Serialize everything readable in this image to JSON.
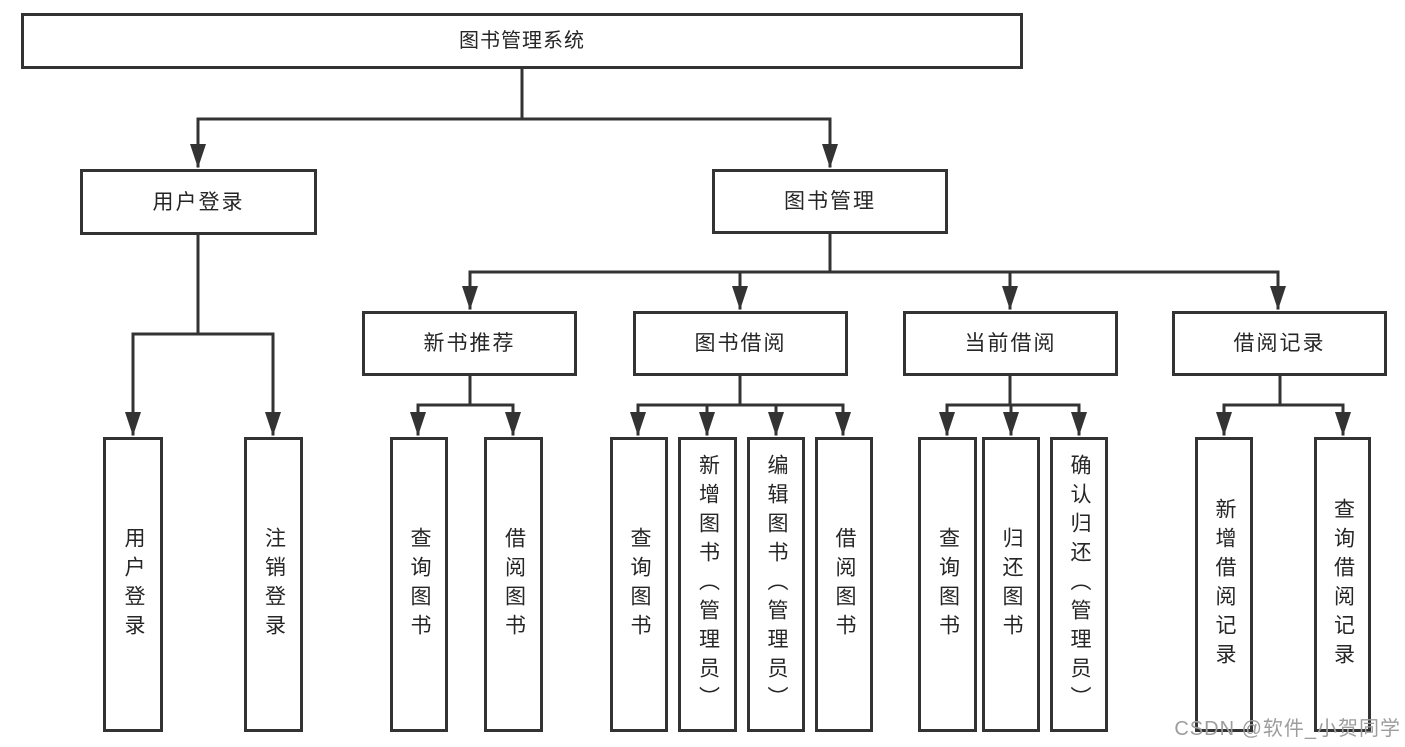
{
  "nodes": {
    "root": "图书管理系统",
    "user_login": "用户登录",
    "book_mgmt": "图书管理",
    "new_book_rec": "新书推荐",
    "book_borrow": "图书借阅",
    "current_borrow": "当前借阅",
    "borrow_records": "借阅记录",
    "leaf_user_login": "用户登录",
    "leaf_logout": "注销登录",
    "leaf_rec_query": "查询图书",
    "leaf_rec_borrow": "借阅图书",
    "leaf_bor_query": "查询图书",
    "leaf_bor_add": "新增图书（管理员）",
    "leaf_bor_edit": "编辑图书（管理员）",
    "leaf_bor_borrow": "借阅图书",
    "leaf_cur_query": "查询图书",
    "leaf_cur_return": "归还图书",
    "leaf_cur_confirm": "确认归还（管理员）",
    "leaf_recs_add": "新增借阅记录",
    "leaf_recs_query": "查询借阅记录"
  },
  "tree": {
    "label": "图书管理系统",
    "children": [
      {
        "label": "用户登录",
        "children": [
          {
            "label": "用户登录"
          },
          {
            "label": "注销登录"
          }
        ]
      },
      {
        "label": "图书管理",
        "children": [
          {
            "label": "新书推荐",
            "children": [
              {
                "label": "查询图书"
              },
              {
                "label": "借阅图书"
              }
            ]
          },
          {
            "label": "图书借阅",
            "children": [
              {
                "label": "查询图书"
              },
              {
                "label": "新增图书（管理员）"
              },
              {
                "label": "编辑图书（管理员）"
              },
              {
                "label": "借阅图书"
              }
            ]
          },
          {
            "label": "当前借阅",
            "children": [
              {
                "label": "查询图书"
              },
              {
                "label": "归还图书"
              },
              {
                "label": "确认归还（管理员）"
              }
            ]
          },
          {
            "label": "借阅记录",
            "children": [
              {
                "label": "新增借阅记录"
              },
              {
                "label": "查询借阅记录"
              }
            ]
          }
        ]
      }
    ]
  },
  "watermark": "CSDN @软件_小贺同学",
  "colors": {
    "line": "#333333",
    "box_border": "#333333",
    "box_fill": "#ffffff",
    "text": "#262626",
    "watermark": "#9d9d9d"
  }
}
